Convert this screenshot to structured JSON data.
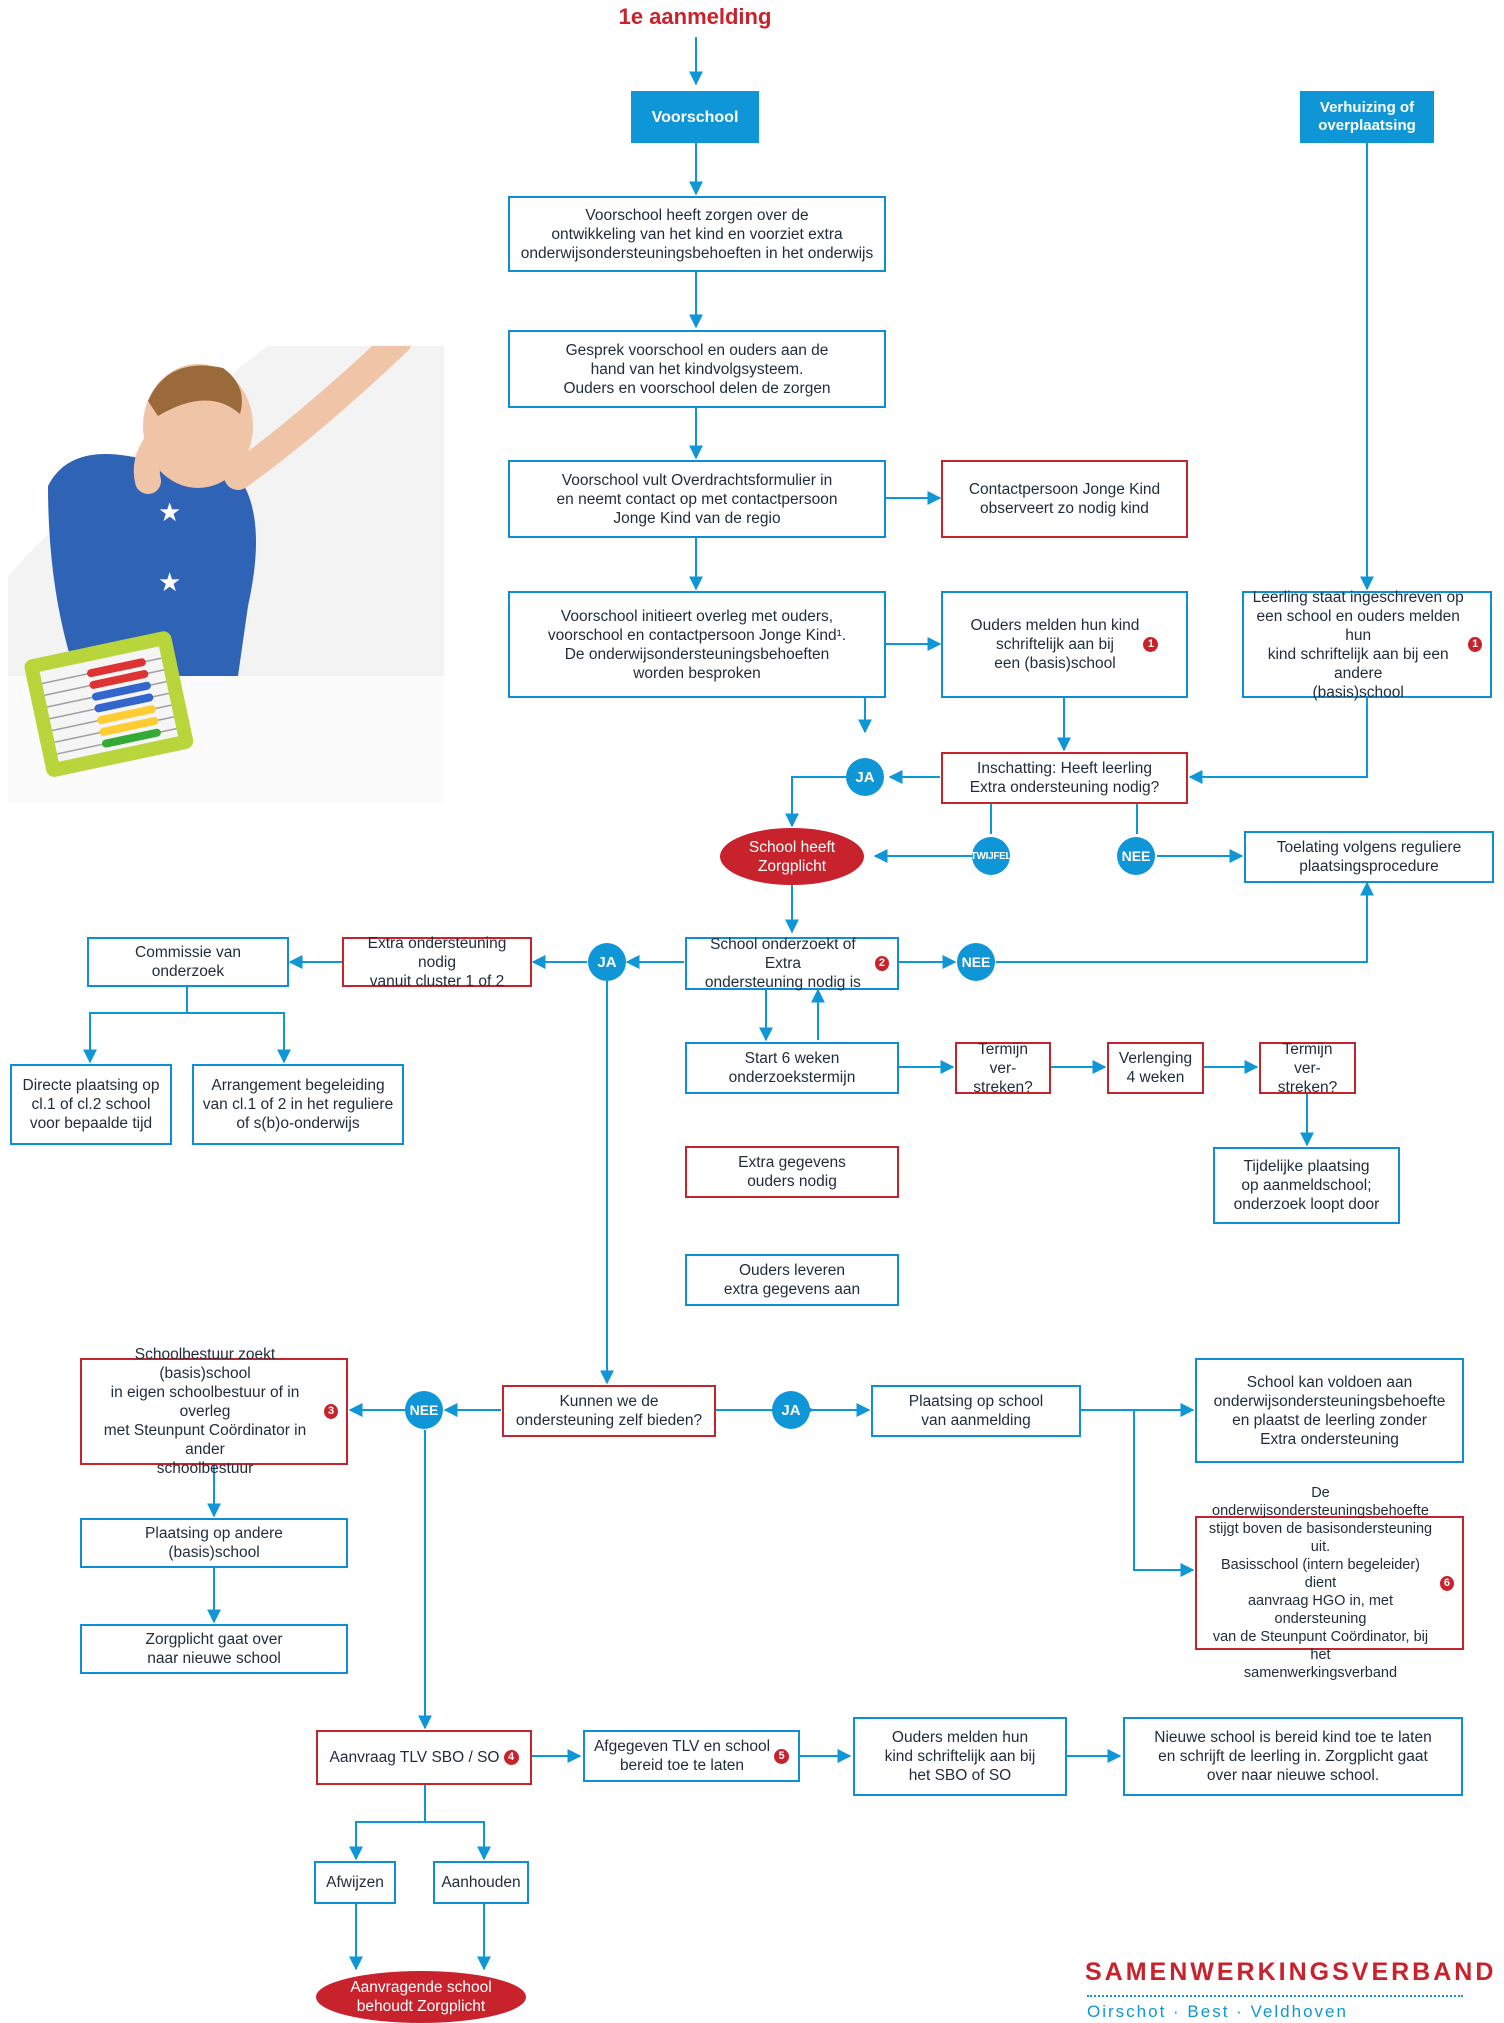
{
  "title": "1e aanmelding",
  "nodes": {
    "voorschool": "Voorschool",
    "verhuizing": "Verhuizing of\noverplaatsing",
    "zorgen": "Voorschool heeft zorgen over de\nontwikkeling van het kind en voorziet extra\nonderwijsondersteuningsbehoeften in het onderwijs",
    "gesprek": "Gesprek voorschool en ouders aan de\nhand van het kindvolgsysteem.\nOuders en voorschool delen de zorgen",
    "formulier": "Voorschool vult Overdrachtsformulier in\nen neemt contact op met contactpersoon\nJonge Kind van de regio",
    "contactpersoon": "Contactpersoon Jonge Kind\nobserveert zo nodig kind",
    "overleg": "Voorschool initieert overleg met ouders,\nvoorschool en contactpersoon Jonge Kind¹.\nDe onderwijsondersteuningsbehoeften\nworden besproken",
    "ouders_melden": "Ouders melden hun kind\nschriftelijk aan bij\neen (basis)school",
    "leerling_ingeschreven": "Leerling staat ingeschreven op\neen school en ouders melden hun\nkind schriftelijk aan bij een andere\n(basis)school",
    "inschatting": "Inschatting: Heeft leerling\nExtra ondersteuning nodig?",
    "zorgplicht": "School heeft\nZorgplicht",
    "toelating": "Toelating volgens reguliere\nplaatsingsprocedure",
    "onderzoekt": "School onderzoekt of Extra\nondersteuning nodig is",
    "extra_cluster": "Extra ondersteuning nodig\nvanuit cluster 1 of 2",
    "commissie": "Commissie van onderzoek",
    "directe": "Directe plaatsing op\ncl.1 of cl.2 school\nvoor bepaalde tijd",
    "arrangement": "Arrangement begeleiding\nvan cl.1 of 2 in het reguliere\nof s(b)o-onderwijs",
    "start6": "Start 6 weken\nonderzoekstermijn",
    "termijn1": "Termijn ver-\nstreken?",
    "verlenging": "Verlenging\n4 weken",
    "termijn2": "Termijn ver-\nstreken?",
    "tijdelijke": "Tijdelijke plaatsing\nop aanmeldschool;\nonderzoek loopt door",
    "extra_gegevens": "Extra  gegevens\nouders nodig",
    "ouders_leveren": "Ouders leveren\nextra gegevens aan",
    "kunnen": "Kunnen we de\nondersteuning zelf bieden?",
    "plaatsing_aanmelding": "Plaatsing op school\nvan aanmelding",
    "kan_voldoen": "School kan voldoen aan\nonderwijsondersteuningsbehoefte\nen plaatst de leerling zonder\nExtra ondersteuning",
    "stijgt": "De onderwijsondersteuningsbehoefte\nstijgt boven de basisondersteuning uit.\nBasisschool (intern begeleider) dient\naanvraag HGO in, met ondersteuning\nvan de Steunpunt Coördinator, bij het\nsamenwerkingsverband",
    "schoolbestuur": "Schoolbestuur zoekt (basis)school\nin eigen schoolbestuur of in overleg\nmet Steunpunt Coördinator in ander\nschoolbestuur",
    "plaatsing_andere": "Plaatsing op andere\n(basis)school",
    "zorgplicht_nieuwe": "Zorgplicht gaat over\nnaar nieuwe school",
    "aanvraag_tlv": "Aanvraag TLV SBO / SO",
    "afgegeven": "Afgegeven TLV en school\nbereid toe te laten",
    "ouders_sbo": "Ouders melden hun\nkind schriftelijk aan bij\nhet SBO of SO",
    "nieuwe_school": "Nieuwe school is bereid kind toe te laten\nen schrijft de leerling in. Zorgplicht gaat\nover naar nieuwe school.",
    "afwijzen": "Afwijzen",
    "aanhouden": "Aanhouden",
    "aanvragende": "Aanvragende school\nbehoudt Zorgplicht"
  },
  "badges": {
    "ouders_melden": "1",
    "leerling_ingeschreven": "1",
    "onderzoekt": "2",
    "schoolbestuur": "3",
    "aanvraag_tlv": "4",
    "afgegeven": "5",
    "stijgt": "6"
  },
  "decisions": {
    "ja": "JA",
    "nee": "NEE",
    "twijfel": "TWIJFEL"
  },
  "brand": {
    "name": "SAMENWERKINGSVERBAND",
    "subtitle": "Oirschot · Best · Veldhoven"
  },
  "colors": {
    "blue": "#0f96d7",
    "red": "#c8232c"
  }
}
